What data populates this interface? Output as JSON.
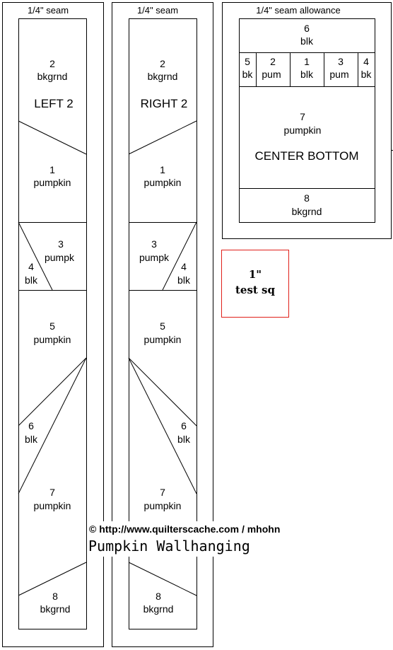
{
  "left_strip": {
    "seam_label": "1/4\" seam",
    "title": "LEFT 2",
    "pieces": [
      {
        "num": "2",
        "label": "bkgrnd"
      },
      {
        "num": "1",
        "label": "pumpkin"
      },
      {
        "num": "3",
        "label": "pumpk"
      },
      {
        "num": "4",
        "label": "blk"
      },
      {
        "num": "5",
        "label": "pumpkin"
      },
      {
        "num": "6",
        "label": "blk"
      },
      {
        "num": "7",
        "label": "pumpkin"
      },
      {
        "num": "8",
        "label": "bkgrnd"
      }
    ]
  },
  "right_strip": {
    "seam_label": "1/4\" seam",
    "title": "RIGHT 2",
    "pieces": [
      {
        "num": "2",
        "label": "bkgrnd"
      },
      {
        "num": "1",
        "label": "pumpkin"
      },
      {
        "num": "3",
        "label": "pumpk"
      },
      {
        "num": "4",
        "label": "blk"
      },
      {
        "num": "5",
        "label": "pumpkin"
      },
      {
        "num": "6",
        "label": "blk"
      },
      {
        "num": "7",
        "label": "pumpkin"
      },
      {
        "num": "8",
        "label": "bkgrnd"
      }
    ]
  },
  "center_bottom": {
    "seam_label": "1/4\" seam allowance",
    "title": "CENTER BOTTOM",
    "top": {
      "num": "6",
      "label": "blk"
    },
    "row": [
      {
        "num": "5",
        "label": "bk"
      },
      {
        "num": "2",
        "label": "pum"
      },
      {
        "num": "1",
        "label": "blk"
      },
      {
        "num": "3",
        "label": "pum"
      },
      {
        "num": "4",
        "label": "bk"
      }
    ],
    "middle": {
      "num": "7",
      "label": "pumpkin"
    },
    "bottom": {
      "num": "8",
      "label": "bkgrnd"
    }
  },
  "test_square": {
    "line1": "1\"",
    "line2": "test sq",
    "border_color": "#e0201a"
  },
  "credit": {
    "copyright": "© http://www.quilterscache.com / mhohn",
    "pattern_name": "Pumpkin Wallhanging"
  }
}
